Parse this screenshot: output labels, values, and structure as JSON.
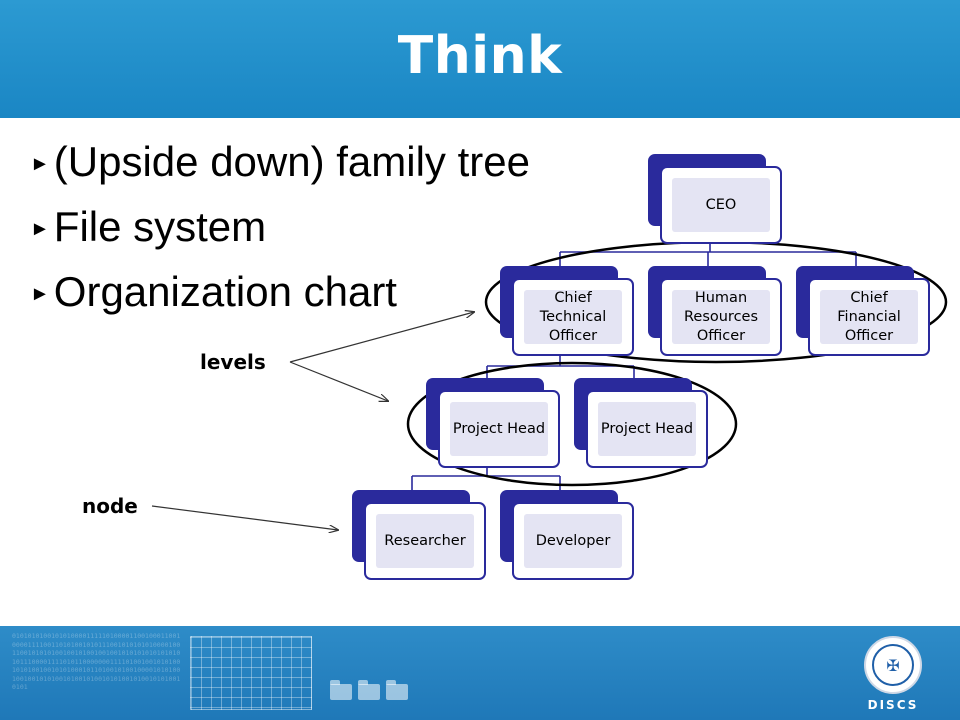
{
  "slide": {
    "title": "Think",
    "bullets": [
      "(Upside down) family tree",
      "File system",
      "Organization chart"
    ],
    "bullet_icon": "triangle-right-icon",
    "annotations": {
      "levels": "levels",
      "node": "node"
    }
  },
  "org_chart": {
    "ceo": "CEO",
    "cto": "Chief Technical Officer",
    "hr": "Human Resources Officer",
    "cfo": "Chief Financial Officer",
    "ph1": "Project Head",
    "ph2": "Project Head",
    "researcher": "Researcher",
    "developer": "Developer"
  },
  "colors": {
    "header_blue": "#1e8bc8",
    "node_dark": "#2a2a9c",
    "node_fill": "#e4e4f3"
  },
  "footer": {
    "brand": "DISCS",
    "seal_icon": "university-seal-icon",
    "binary_text": "0101010100101010000111110100001100100011001000011110011010100101011100101010101000010011001010101001001010010010010101010101010101011100001111010110000000111101001001010100101010010010101000101101001010010000101010010010010101001010010100101010010100101010010101"
  }
}
